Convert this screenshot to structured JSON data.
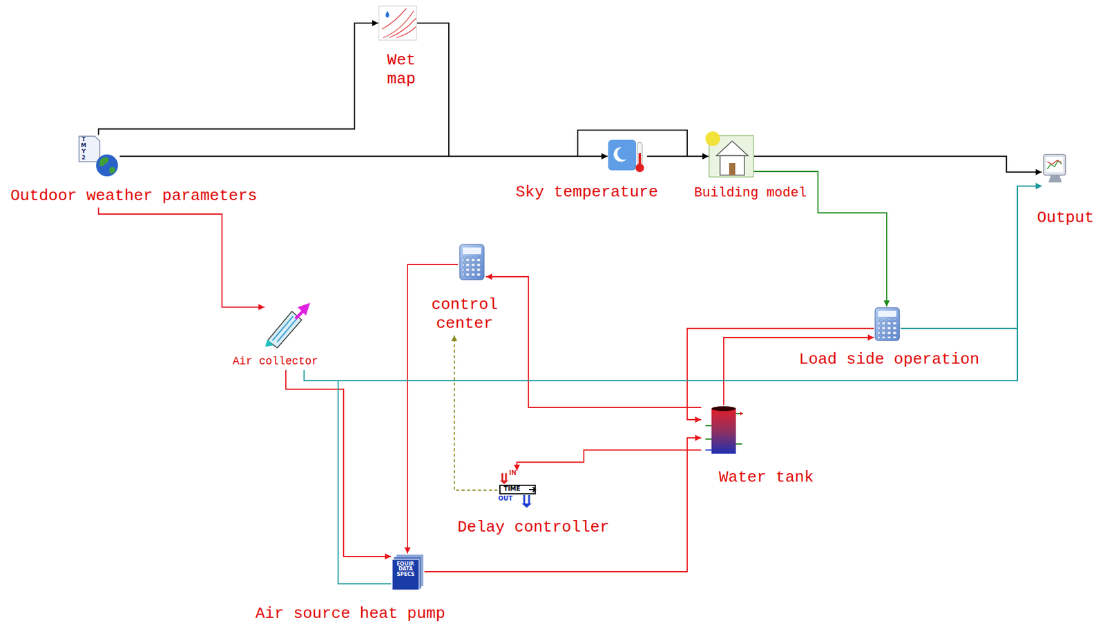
{
  "diagram": {
    "nodes": [
      {
        "text": [
          "Outdoor weather parameters"
        ]
      },
      {
        "text": [
          "Wet map"
        ]
      },
      {
        "text": [
          "Sky temperature"
        ]
      },
      {
        "text": [
          "Building model"
        ]
      },
      {
        "text": [
          "Output"
        ]
      },
      {
        "text": [
          "Air collector"
        ]
      },
      {
        "text": [
          "control center"
        ]
      },
      {
        "text": [
          "Load side operation"
        ]
      },
      {
        "text": [
          "Water tank"
        ]
      },
      {
        "text": [
          "Delay controller"
        ]
      },
      {
        "text": [
          "Air source heat pump"
        ]
      }
    ],
    "edges": [
      {
        "from": 0,
        "to": 1,
        "arrow": "to"
      },
      {
        "from": 0,
        "to": 2,
        "arrow": "to"
      },
      {
        "from": 1,
        "to": 2,
        "arrow": "to"
      },
      {
        "from": 2,
        "to": 3,
        "arrow": "to"
      },
      {
        "from": 0,
        "to": 3,
        "arrow": "to"
      },
      {
        "from": 3,
        "to": 4,
        "arrow": "to"
      },
      {
        "from": 3,
        "to": 7,
        "arrow": "to"
      },
      {
        "from": 0,
        "to": 5,
        "arrow": "to"
      },
      {
        "from": 5,
        "to": 10,
        "arrow": "to"
      },
      {
        "from": 5,
        "to": 4,
        "arrow": "to"
      },
      {
        "from": 6,
        "to": 10,
        "arrow": "to"
      },
      {
        "from": 8,
        "to": 6,
        "arrow": "to"
      },
      {
        "from": 8,
        "to": 9,
        "arrow": "to"
      },
      {
        "from": 9,
        "to": 6,
        "arrow": "to"
      },
      {
        "from": 10,
        "to": 8,
        "arrow": "to"
      },
      {
        "from": 7,
        "to": 8,
        "arrow": "to"
      },
      {
        "from": 8,
        "to": 7,
        "arrow": "to"
      },
      {
        "from": 7,
        "to": 4,
        "arrow": "to"
      },
      {
        "from": 10,
        "to": 4,
        "arrow": "to"
      }
    ],
    "labels": [
      "TMY2",
      "EQUIP. DATA SPECS",
      "IN",
      "TIME",
      "OUT"
    ]
  }
}
